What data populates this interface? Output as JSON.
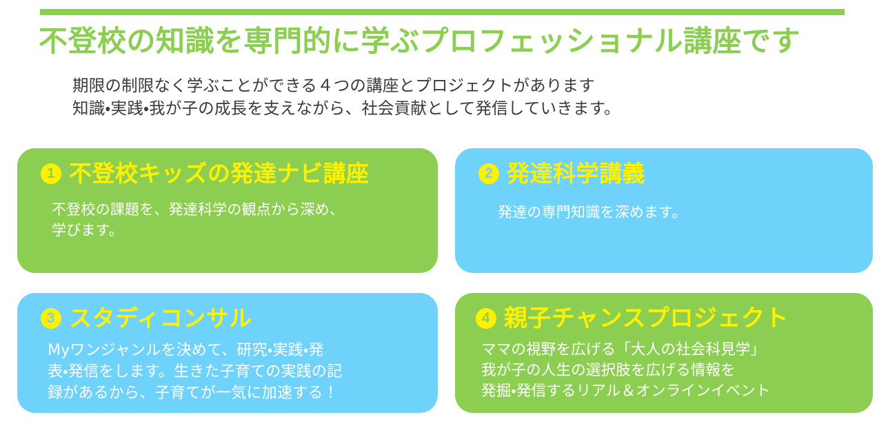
{
  "header": {
    "rule_color": "#8CCE51",
    "title": "不登校の知識を専門的に学ぶプロフェッショナル講座です",
    "title_color": "#8CCE51",
    "subtitle_lines": [
      "期限の制限なく学ぶことができる４つの講座とプロジェクトがあります",
      "知識・実践・我が子の成長を支えながら、社会貢献として発信していきます。"
    ],
    "subtitle_color": "#3a3a3a"
  },
  "palette": {
    "green": "#8CCE51",
    "blue": "#6FD2FB",
    "title_yellow": "#FFF100",
    "body_white": "#FFFFFF"
  },
  "cards": [
    {
      "number": "1",
      "number_glyph": "❶",
      "title": "不登校キッズの発達ナビ講座",
      "bg": "#8CCE51",
      "body_lines": [
        "不登校の課題を、発達科学の観点から深め、",
        "学びます。"
      ]
    },
    {
      "number": "2",
      "number_glyph": "❷",
      "title": "発達科学講義",
      "bg": "#6FD2FB",
      "body_lines": [
        "発達の専門知識を深めます。"
      ]
    },
    {
      "number": "3",
      "number_glyph": "❸",
      "title": "スタディコンサル",
      "bg": "#6FD2FB",
      "body_lines": [
        "Myワンジャンルを決めて、研究・実践・発",
        "表・発信をします。生きた子育ての実践の記",
        "録があるから、子育てが一気に加速する！"
      ]
    },
    {
      "number": "4",
      "number_glyph": "❹",
      "title": "親子チャンスプロジェクト",
      "bg": "#8CCE51",
      "body_lines": [
        "ママの視野を広げる「大人の社会科見学」",
        "我が子の人生の選択肢を広げる情報を",
        "発掘・発信するリアル＆オンラインイベント"
      ]
    }
  ]
}
